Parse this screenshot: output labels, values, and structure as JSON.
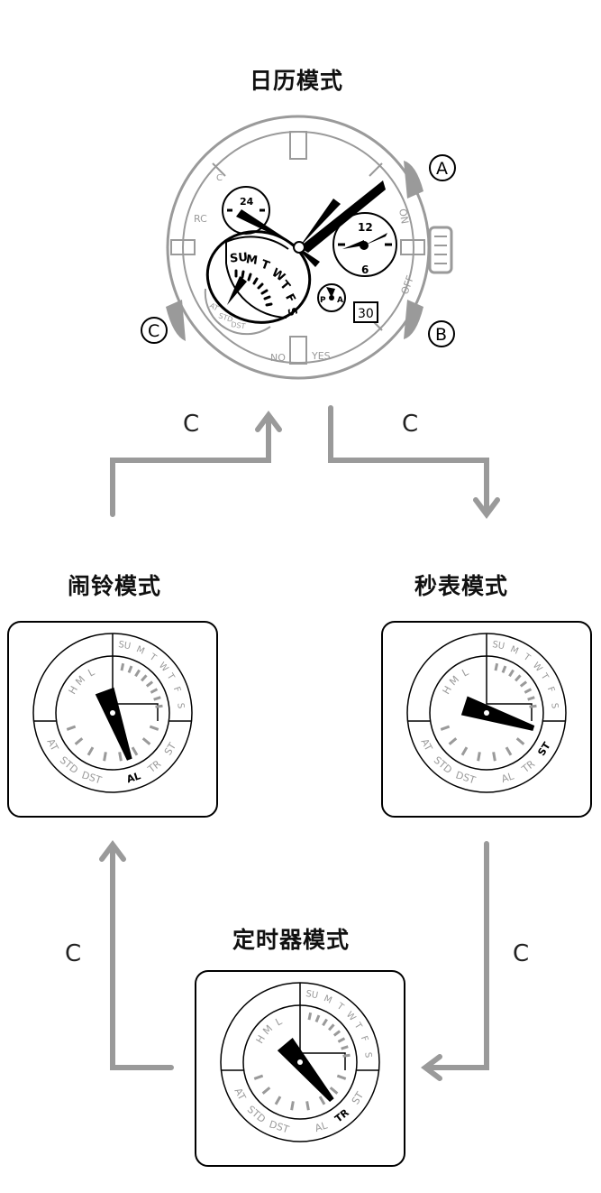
{
  "modes": {
    "calendar": "日历模式",
    "alarm": "闹铃模式",
    "stopwatch": "秒表模式",
    "timer": "定时器模式"
  },
  "buttons": {
    "a": "A",
    "b": "B",
    "c": "C"
  },
  "arrow_label": "C",
  "watch": {
    "subdial_top": "24",
    "dial_12": "12",
    "dial_6": "6",
    "date": "30",
    "bezel": {
      "c": "C",
      "rc": "RC",
      "on": "ON",
      "off": "OFF",
      "no": "NO",
      "yes": "YES"
    },
    "pa": {
      "p": "P",
      "a": "A"
    }
  },
  "days": [
    "SU",
    "M",
    "T",
    "W",
    "T",
    "F",
    "S"
  ],
  "left_labels": {
    "h": "H",
    "m": "M",
    "l": "L"
  },
  "bottom_labels": [
    "AT",
    "STD",
    "DST",
    "AL",
    "TR",
    "ST"
  ],
  "colors": {
    "gray": "#9a9a9a",
    "black": "#000000"
  }
}
